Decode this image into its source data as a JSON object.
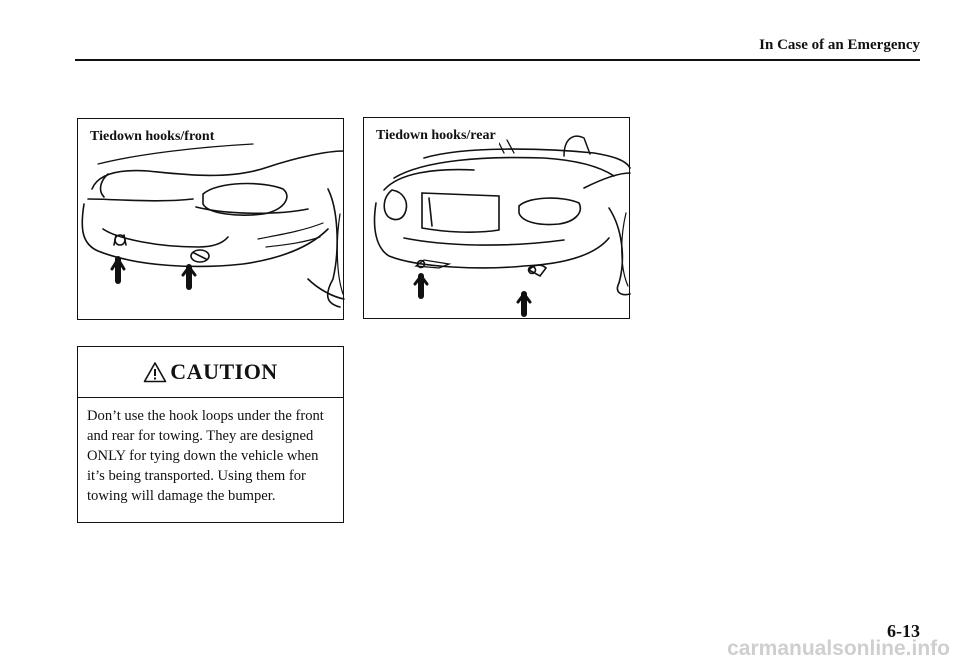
{
  "header": {
    "title": "In Case of an Emergency"
  },
  "figures": [
    {
      "caption": "Tiedown hooks/front"
    },
    {
      "caption": "Tiedown hooks/rear"
    }
  ],
  "caution": {
    "title": "CAUTION",
    "icon": "warning-triangle-icon",
    "text": "Don’t use the hook loops under the front and rear for towing. They are designed ONLY for tying down the vehicle when it’s being transported. Using them for towing will damage the bumper."
  },
  "footer": {
    "page_number": "6-13"
  },
  "watermark": {
    "text": "carmanualsonline.info"
  }
}
